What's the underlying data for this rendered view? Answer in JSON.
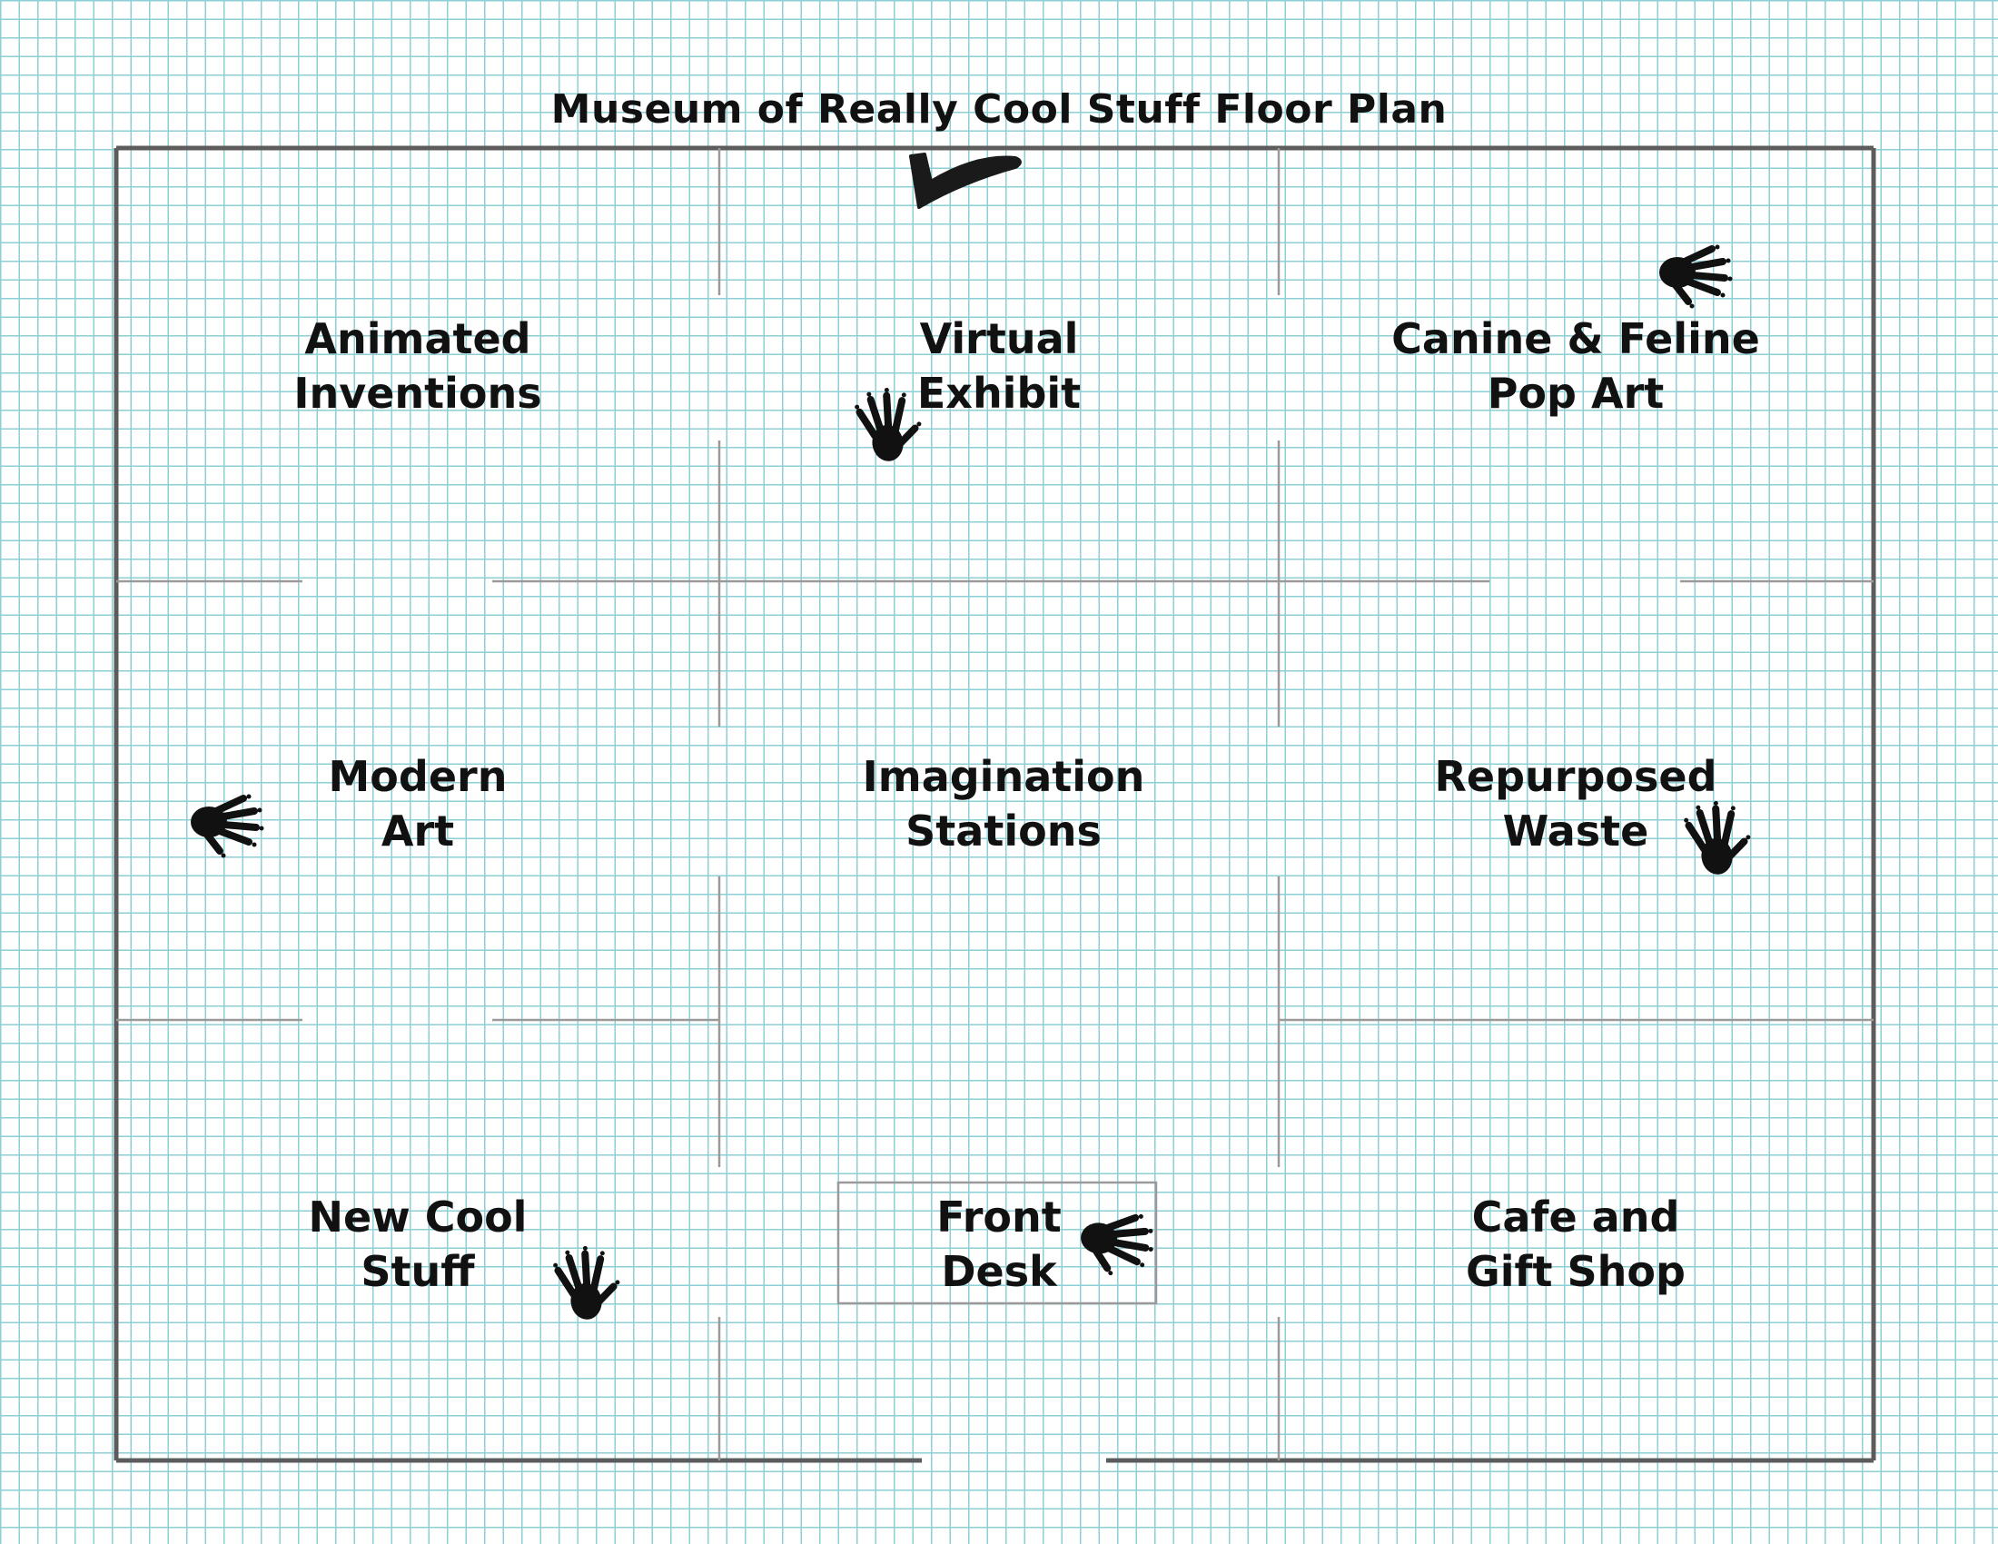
{
  "title": "Museum of Really Cool Stuff Floor Plan",
  "colors": {
    "grid": "#8ecfd6",
    "outer_wall": "#5c5c5c",
    "inner_wall": "#9a9a9a",
    "ink": "#111111"
  },
  "rooms": [
    {
      "id": "animated-inventions",
      "lines": [
        "Animated",
        "Inventions"
      ]
    },
    {
      "id": "virtual-exhibit",
      "lines": [
        "Virtual",
        "Exhibit"
      ]
    },
    {
      "id": "canine-feline-pop-art",
      "lines": [
        "Canine & Feline",
        "Pop Art"
      ]
    },
    {
      "id": "modern-art",
      "lines": [
        "Modern",
        "Art"
      ]
    },
    {
      "id": "imagination-stations",
      "lines": [
        "Imagination",
        "Stations"
      ]
    },
    {
      "id": "repurposed-waste",
      "lines": [
        "Repurposed",
        "Waste"
      ]
    },
    {
      "id": "new-cool-stuff",
      "lines": [
        "New Cool",
        "Stuff"
      ]
    },
    {
      "id": "front-desk",
      "lines": [
        "Front",
        "Desk"
      ]
    },
    {
      "id": "cafe-gift-shop",
      "lines": [
        "Cafe and",
        "Gift Shop"
      ]
    }
  ],
  "icons": {
    "handprint": "handprint-icon",
    "checkmark": "checkmark-icon"
  }
}
